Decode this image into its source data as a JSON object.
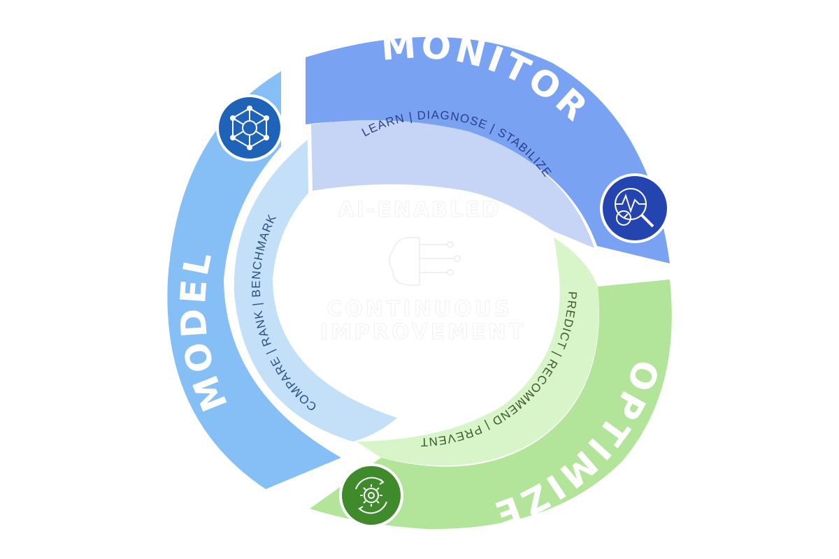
{
  "diagram": {
    "center": {
      "title": "AI-ENABLED",
      "subtitle_line1": "CONTINUOUS",
      "subtitle_line2": "IMPROVEMENT",
      "icon": "brain-circuit-icon"
    },
    "stages": [
      {
        "id": "monitor",
        "label": "MONITOR",
        "activities": "LEARN | DIAGNOSE | STABILIZE",
        "outer_color": "#7aa2f2",
        "inner_color": "#c6d4f6",
        "text_color": "#2a3f8c",
        "icon": "gauge-search-icon",
        "icon_color": "#2445b0"
      },
      {
        "id": "optimize",
        "label": "OPTIMIZE",
        "activities": "PREDICT | RECOMMEND | PREVENT",
        "outer_color": "#b2e59a",
        "inner_color": "#d8f5c9",
        "text_color": "#3b5a2a",
        "icon": "gear-cycle-icon",
        "icon_color": "#3f8a2a"
      },
      {
        "id": "model",
        "label": "MODEL",
        "activities": "COMPARE | RANK | BENCHMARK",
        "outer_color": "#86bff5",
        "inner_color": "#c4dff8",
        "text_color": "#2b4f80",
        "icon": "network-nodes-icon",
        "icon_color": "#1f63b8"
      }
    ]
  }
}
